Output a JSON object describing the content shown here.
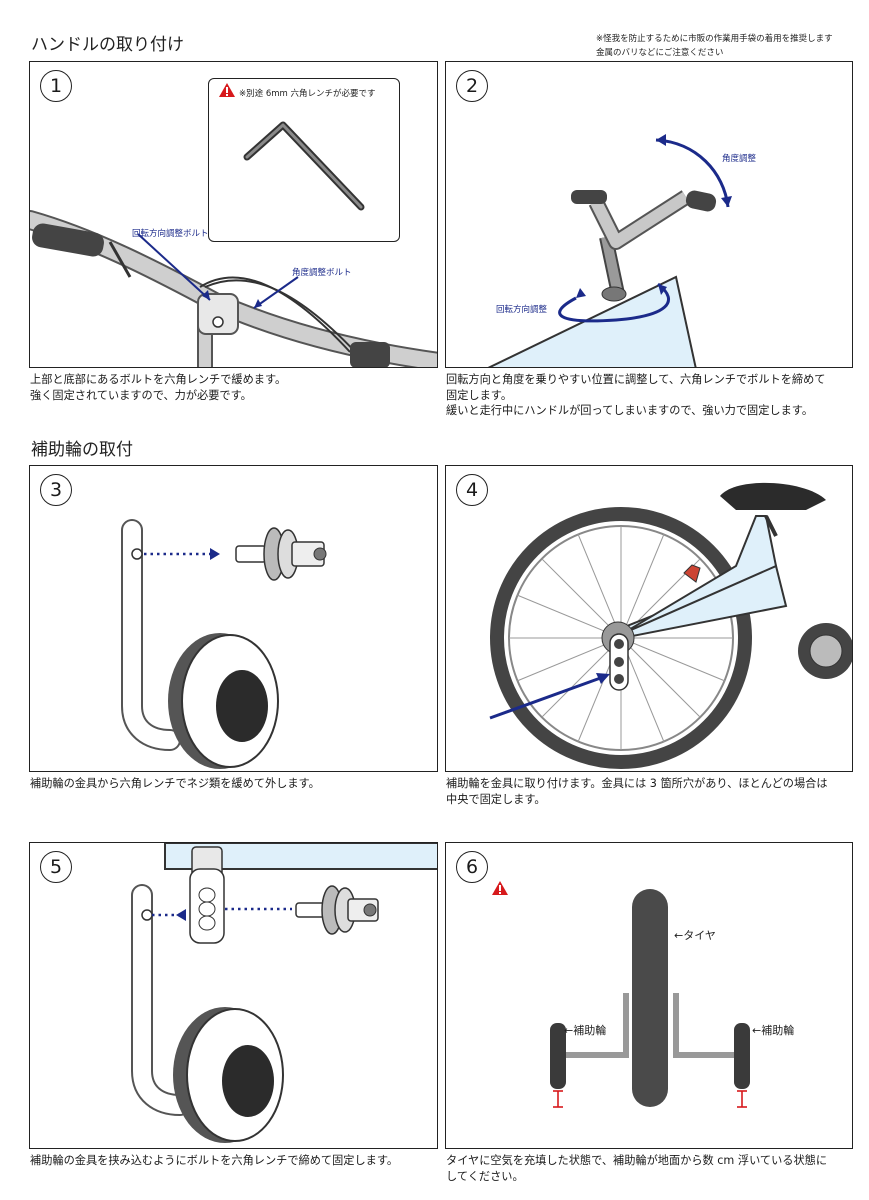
{
  "handle_section": {
    "title": "ハンドルの取り付け",
    "notes": [
      "※怪我を防止するために市販の作業用手袋の着用を推奨します",
      "金属のバリなどにご注意ください"
    ]
  },
  "wheel_section": {
    "title": "補助輪の取付"
  },
  "steps": [
    {
      "number": "1",
      "callouts": {
        "warning": "※別途 6mm 六角レンチが必要です",
        "rotation_bolt": "回転方向調整ボルト",
        "angle_bolt": "角度調整ボルト"
      },
      "caption": [
        "上部と底部にあるボルトを六角レンチで緩めます。",
        "強く固定されていますので、力が必要です。"
      ]
    },
    {
      "number": "2",
      "callouts": {
        "angle": "角度調整",
        "rotation": "回転方向調整"
      },
      "caption": [
        "回転方向と角度を乗りやすい位置に調整して、六角レンチでボルトを締めて",
        "固定します。",
        "緩いと走行中にハンドルが回ってしまいますので、強い力で固定します。"
      ]
    },
    {
      "number": "3",
      "caption": [
        "補助輪の金具から六角レンチでネジ類を緩めて外します。"
      ]
    },
    {
      "number": "4",
      "caption": [
        "補助輪を金具に取り付けます。金具には 3 箇所穴があり、ほとんどの場合は",
        "中央で固定します。"
      ]
    },
    {
      "number": "5",
      "caption": [
        "補助輪の金具を挟み込むようにボルトを六角レンチで締めて固定します。"
      ]
    },
    {
      "number": "6",
      "callouts": {
        "tire": "←タイヤ",
        "aux_left": "←補助輪",
        "aux_right": "←補助輪"
      },
      "caption": [
        "タイヤに空気を充填した状態で、補助輪が地面から数 cm 浮いている状態に",
        "してください。"
      ]
    }
  ],
  "colors": {
    "arrow": "#1b2a8a",
    "warning": "#d7191c",
    "frame": "#dff0fa",
    "tire": "#4a4a4a"
  }
}
